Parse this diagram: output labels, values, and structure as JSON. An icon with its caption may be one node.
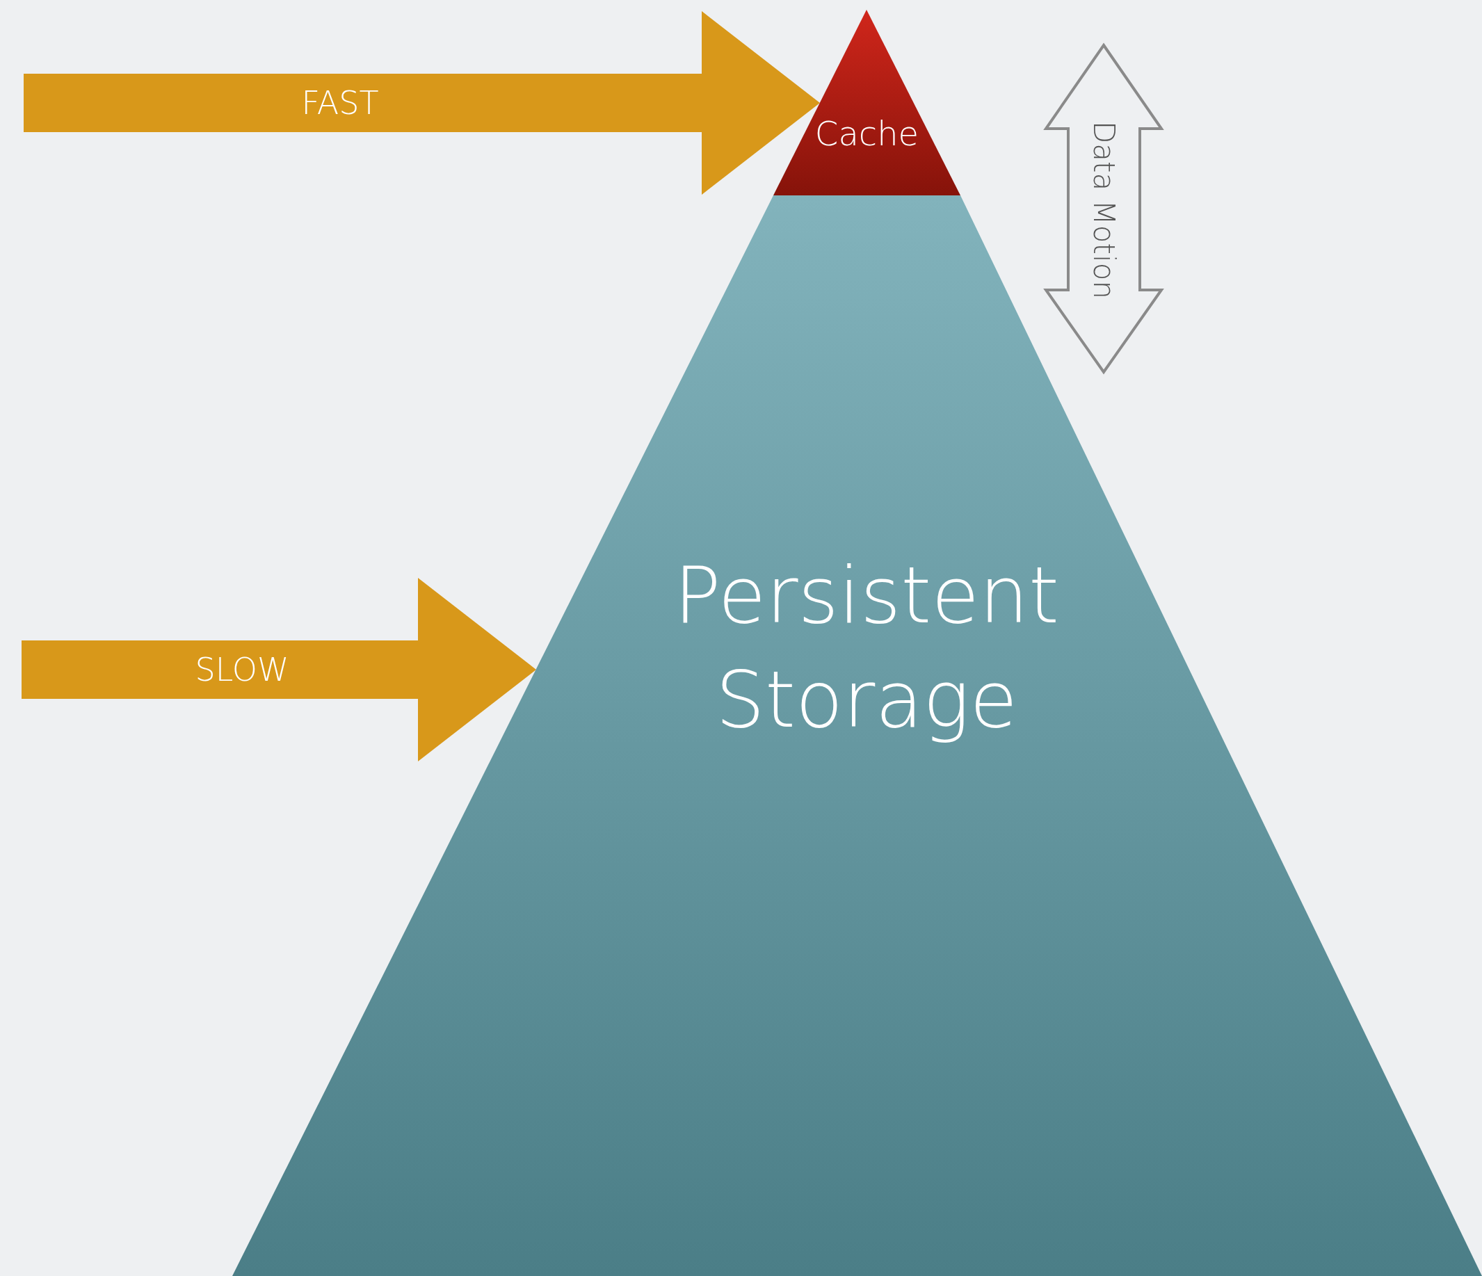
{
  "diagram": {
    "nodes": [
      {
        "text": [
          "Cache"
        ]
      },
      {
        "text": [
          "Persistent Storage"
        ]
      }
    ],
    "edges": [
      {
        "from": null,
        "to": 0,
        "arrow": "to",
        "label": "FAST"
      },
      {
        "from": null,
        "to": 1,
        "arrow": "to",
        "label": "SLOW"
      }
    ],
    "labels": [
      "Data Motion"
    ]
  }
}
